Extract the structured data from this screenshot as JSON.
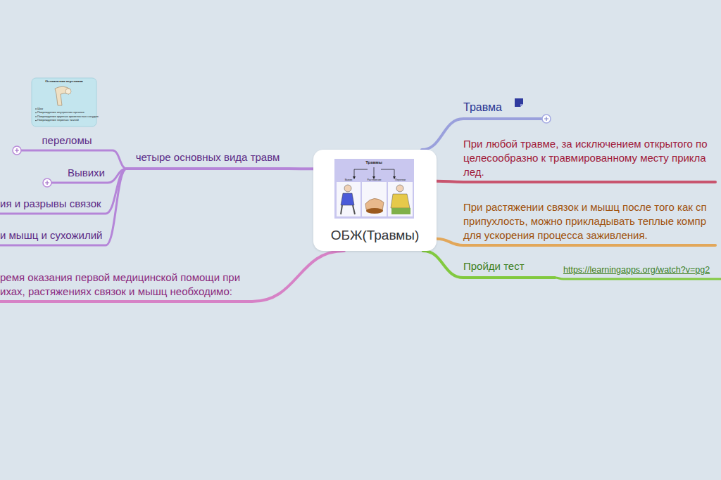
{
  "diagram": {
    "nodes": [
      {
        "text": [
          "ОБЖ(Травмы)"
        ]
      },
      {
        "text": [
          "Травма"
        ]
      },
      {
        "text": [
          "При любой травме, за исключением открытого по целесообразно к травмированному месту прикла лед."
        ]
      },
      {
        "text": [
          "При растяжении связок и мышц после того как сп припухлость, можно прикладывать теплые компр для ускорения процесса заживления."
        ]
      },
      {
        "text": [
          "Пройди тест"
        ]
      },
      {
        "text": [
          "https://learningapps.org/watch?v=pg2"
        ]
      },
      {
        "text": [
          "четыре основных вида травм"
        ]
      },
      {
        "text": [
          "переломы"
        ]
      },
      {
        "text": [
          "Вывихи"
        ]
      },
      {
        "text": [
          "ия и разрывы связок"
        ]
      },
      {
        "text": [
          "и мышц и сухожилий"
        ]
      },
      {
        "text": [
          "ремя оказания первой медицинской помощи при ихах, растяжениях связок и мышц необходимо:"
        ]
      }
    ],
    "edges": [
      {
        "from": 0,
        "to": 1,
        "arrow": "none"
      },
      {
        "from": 0,
        "to": 2,
        "arrow": "none"
      },
      {
        "from": 0,
        "to": 3,
        "arrow": "none"
      },
      {
        "from": 0,
        "to": 4,
        "arrow": "none"
      },
      {
        "from": 4,
        "to": 5,
        "arrow": "none"
      },
      {
        "from": 0,
        "to": 6,
        "arrow": "none"
      },
      {
        "from": 6,
        "to": 7,
        "arrow": "none"
      },
      {
        "from": 6,
        "to": 8,
        "arrow": "none"
      },
      {
        "from": 6,
        "to": 9,
        "arrow": "none"
      },
      {
        "from": 6,
        "to": 10,
        "arrow": "none"
      },
      {
        "from": 0,
        "to": 11,
        "arrow": "none"
      }
    ],
    "labels": [
      "Травмы",
      "Вывих",
      "Растяжение",
      "Перелом",
      "Осложнения переломов",
      "Шок",
      "Повреждение внутренних органов",
      "Повреждение крупных кровеносных сосудов",
      "Повреждение нервных тканей"
    ]
  }
}
